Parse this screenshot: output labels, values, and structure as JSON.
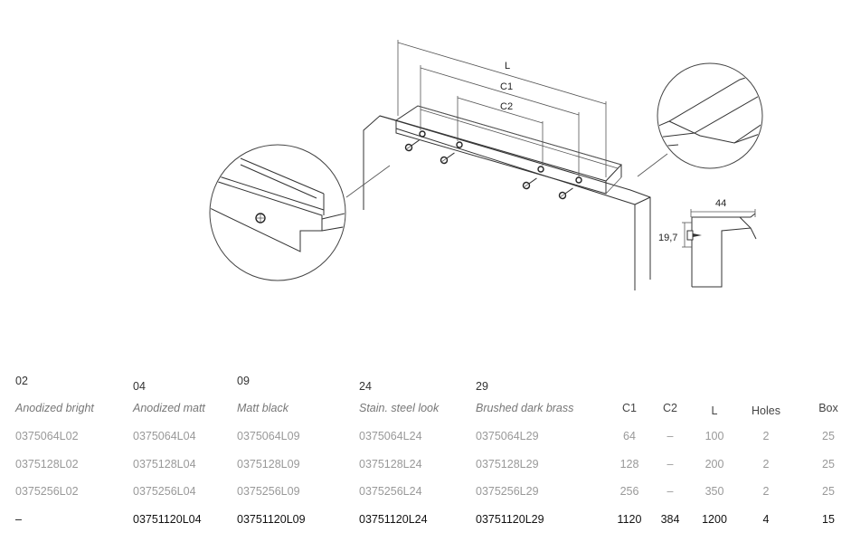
{
  "drawing": {
    "dim_L": "L",
    "dim_C1": "C1",
    "dim_C2": "C2",
    "dim_width": "44",
    "dim_height": "19,7"
  },
  "table": {
    "finishes": [
      {
        "code": "02",
        "name": "Anodized bright"
      },
      {
        "code": "04",
        "name": "Anodized matt"
      },
      {
        "code": "09",
        "name": "Matt black"
      },
      {
        "code": "24",
        "name": "Stain. steel look"
      },
      {
        "code": "29",
        "name": "Brushed dark brass"
      }
    ],
    "headers": {
      "c1": "C1",
      "c2": "C2",
      "l": "L",
      "holes": "Holes",
      "box": "Box"
    },
    "rows": [
      {
        "f02": "0375064L02",
        "f04": "0375064L04",
        "f09": "0375064L09",
        "f24": "0375064L24",
        "f29": "0375064L29",
        "c1": "64",
        "c2": "–",
        "l": "100",
        "holes": "2",
        "box": "25"
      },
      {
        "f02": "0375128L02",
        "f04": "0375128L04",
        "f09": "0375128L09",
        "f24": "0375128L24",
        "f29": "0375128L29",
        "c1": "128",
        "c2": "–",
        "l": "200",
        "holes": "2",
        "box": "25"
      },
      {
        "f02": "0375256L02",
        "f04": "0375256L04",
        "f09": "0375256L09",
        "f24": "0375256L24",
        "f29": "0375256L29",
        "c1": "256",
        "c2": "–",
        "l": "350",
        "holes": "2",
        "box": "25"
      },
      {
        "f02": "–",
        "f04": "03751120L04",
        "f09": "03751120L09",
        "f24": "03751120L24",
        "f29": "03751120L29",
        "c1": "1120",
        "c2": "384",
        "l": "1200",
        "holes": "4",
        "box": "15"
      }
    ]
  }
}
